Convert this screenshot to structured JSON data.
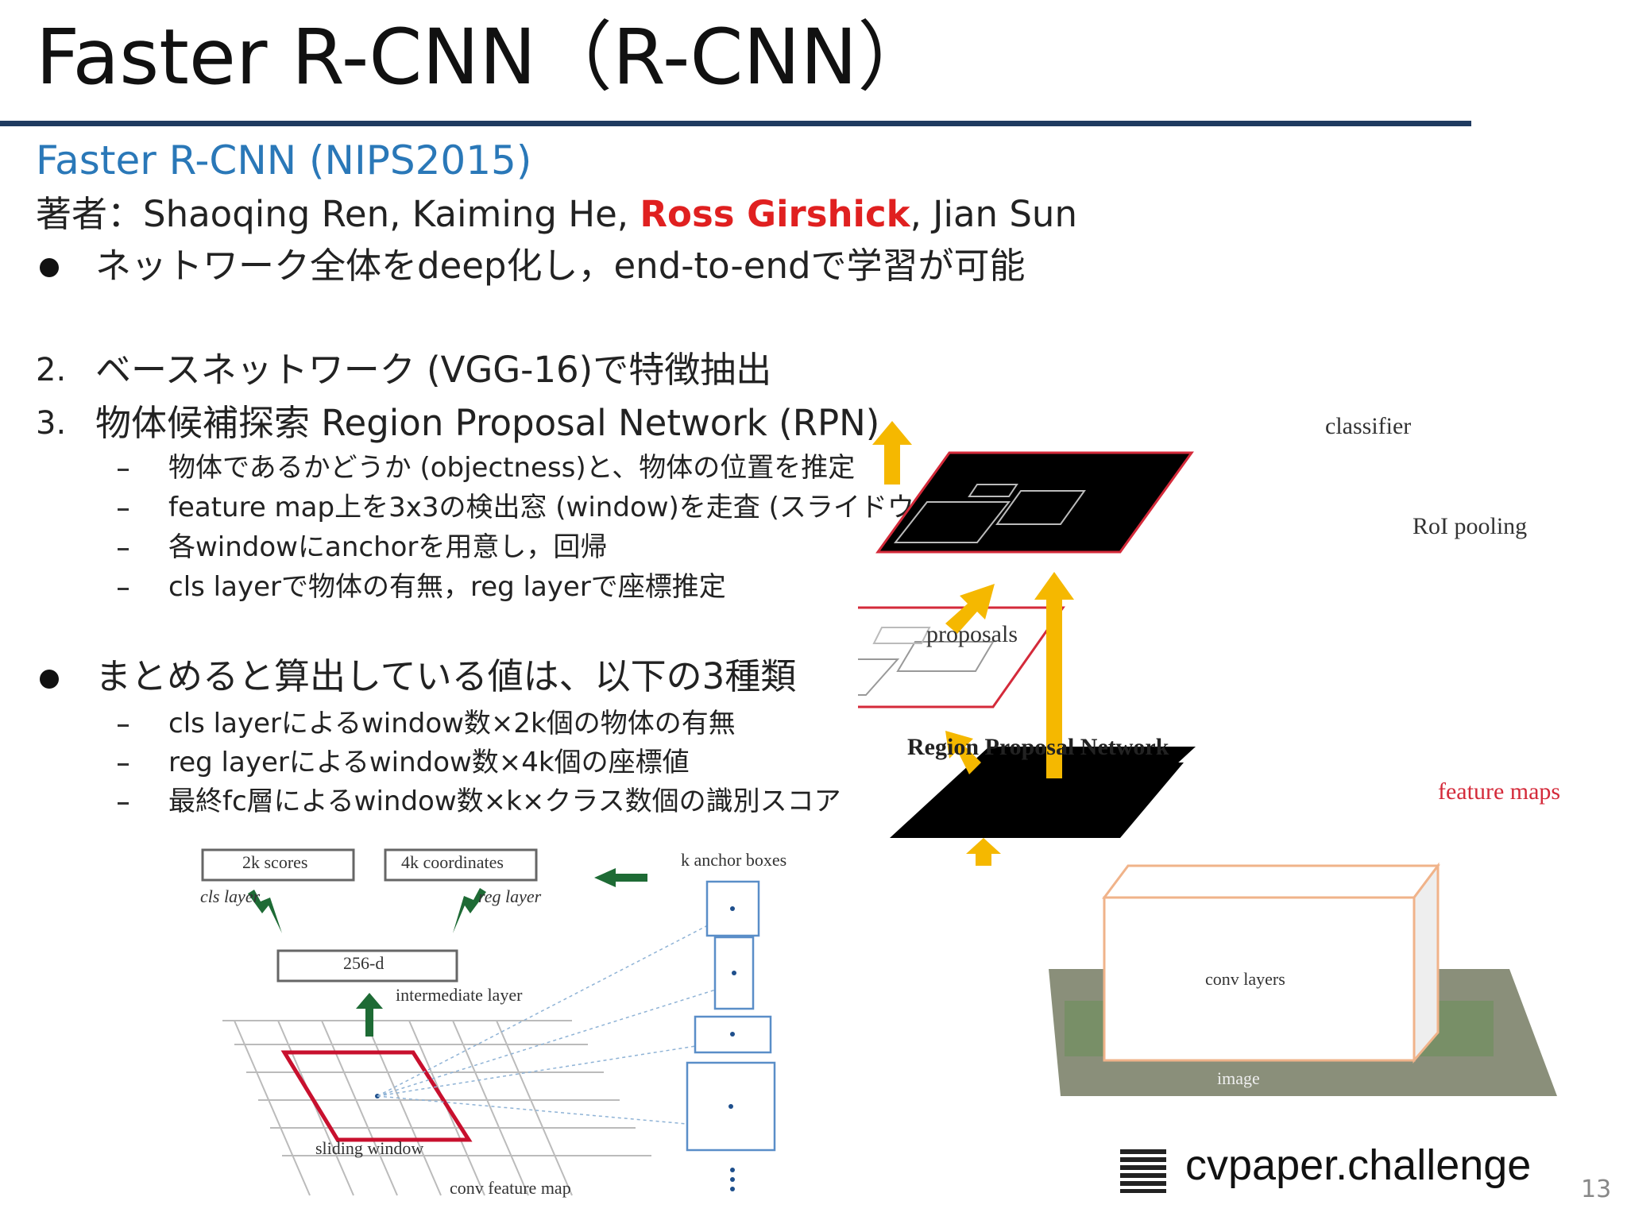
{
  "slide": {
    "title": "Faster R-CNN（R-CNN）",
    "subtitle": "Faster R-CNN (NIPS2015)",
    "authors": {
      "prefix": "著者：Shaoqing Ren, Kaiming He, ",
      "highlight": "Ross Girshick",
      "suffix": ", Jian Sun"
    },
    "bullet1": "ネットワーク全体をdeep化し，end-to-endで学習が可能",
    "steps": [
      {
        "num": "2.",
        "text": "ベースネットワーク (VGG-16)で特徴抽出"
      },
      {
        "num": "3.",
        "text": "物体候補探索 Region Proposal Network (RPN)"
      }
    ],
    "rpn_points": [
      "物体であるかどうか (objectness)と、物体の位置を推定",
      "feature map上を3x3の検出窓 (window)を走査 (スライドウィンドウ)",
      "各windowにanchorを用意し，回帰",
      "cls layerで物体の有無，reg layerで座標推定"
    ],
    "bullet2": "まとめると算出している値は、以下の3種類",
    "summary_points": [
      "cls layerによるwindow数×2k個の物体の有無",
      "reg layerによるwindow数×4k個の座標値",
      "最終fc層によるwindow数×k×クラス数個の識別スコア"
    ],
    "page_number": "13",
    "logo_text": "cvpaper.challenge"
  },
  "rpn_figure": {
    "scores": "2k scores",
    "coordinates": "4k coordinates",
    "cls_layer": "cls layer",
    "reg_layer": "reg layer",
    "intermediate": "256-d",
    "intermediate_label": "intermediate layer",
    "sliding_window": "sliding window",
    "conv_feature_map": "conv feature map",
    "anchor_boxes": "k anchor boxes"
  },
  "arch_figure": {
    "classifier": "classifier",
    "roi_pooling": "RoI pooling",
    "proposals": "proposals",
    "rpn": "Region Proposal Network",
    "feature_maps": "feature maps",
    "conv_layers": "conv layers",
    "image": "image"
  },
  "colors": {
    "title_rule": "#1f3b60",
    "subtitle": "#2a78b8",
    "highlight": "#e02020",
    "arrow_yellow": "#f5b800",
    "arrow_green": "#1e6b35",
    "feature_red": "#d42a3a"
  }
}
